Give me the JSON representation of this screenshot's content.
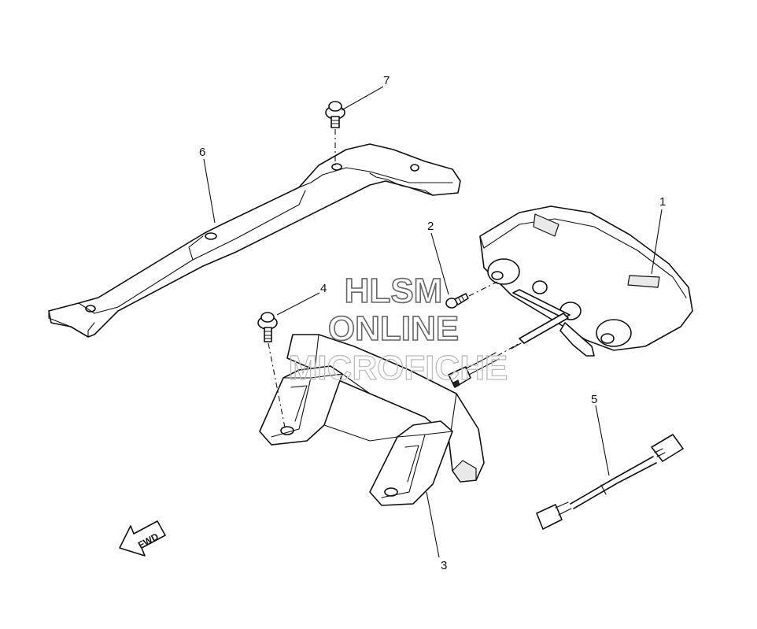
{
  "callouts": [
    {
      "id": "1",
      "label": "1"
    },
    {
      "id": "2",
      "label": "2"
    },
    {
      "id": "3",
      "label": "3"
    },
    {
      "id": "4",
      "label": "4"
    },
    {
      "id": "5",
      "label": "5"
    },
    {
      "id": "6",
      "label": "6"
    },
    {
      "id": "7",
      "label": "7"
    }
  ],
  "direction_arrow": {
    "label": "FWD"
  },
  "watermark": {
    "line1": "HLSM",
    "line2": "ONLINE",
    "line3": "MICROFICHE"
  }
}
